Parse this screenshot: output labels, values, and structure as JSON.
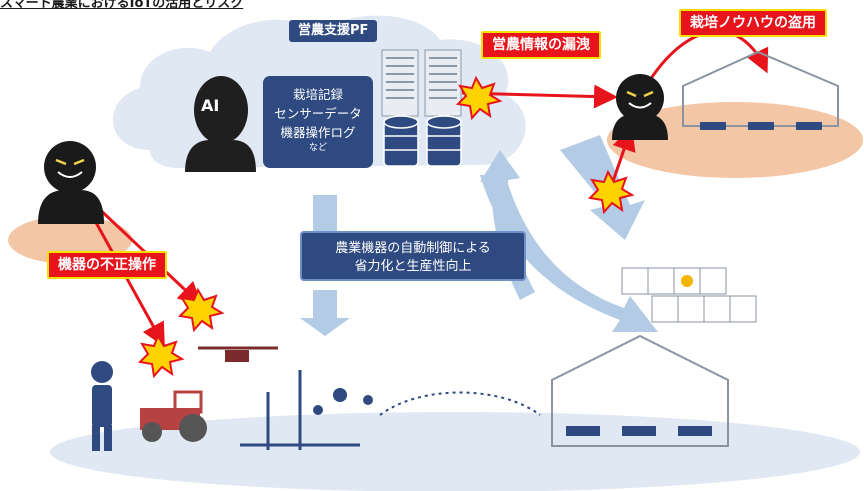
{
  "title": "スマート農業におけるIoTの活用とリスク",
  "platform": {
    "label": "営農支援PF",
    "ai_label": "AI"
  },
  "records": {
    "lines": [
      "栽培記録",
      "センサーデータ",
      "機器操作ログ"
    ],
    "etc": "など"
  },
  "threats": {
    "leak": "営農情報の漏洩",
    "theft": "栽培ノウハウの盗用",
    "tamper": "機器の不正操作"
  },
  "benefit": {
    "lines": [
      "農業機器の自動制御による",
      "省力化と生産性向上"
    ]
  },
  "icons": [
    "cloud-icon",
    "ai-head-icon",
    "server-icon",
    "database-icon",
    "attacker-icon",
    "explosion-icon",
    "greenhouse-icon",
    "drone-icon",
    "tractor-icon",
    "farmer-icon",
    "weather-sensor-icon",
    "weather-icons"
  ],
  "colors": {
    "navy": "#2e4a80",
    "red": "#e8141c",
    "yellow": "#f7e000",
    "cloud": "#dfe8f3",
    "arrow_light": "#b4cbe6",
    "peach": "#f3c6a6"
  }
}
